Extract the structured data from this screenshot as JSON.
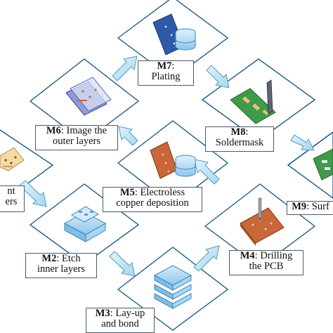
{
  "steps": {
    "m1": {
      "code": "",
      "title": "nt",
      "line2": "ers"
    },
    "m2": {
      "code": "M2",
      "title": ": Etch",
      "line2": "inner layers"
    },
    "m3": {
      "code": "M3",
      "title": ": Lay-up",
      "line2": "and bond"
    },
    "m4": {
      "code": "M4",
      "title": ": Drilling",
      "line2": "the PCB"
    },
    "m5": {
      "code": "M5",
      "title": ": Electroless",
      "line2": "copper deposition"
    },
    "m6": {
      "code": "M6",
      "title": ": Image the",
      "line2": "outer layers"
    },
    "m7": {
      "code": "M7",
      "title": ":",
      "line2": "Plating"
    },
    "m8": {
      "code": "M8",
      "title": ":",
      "line2": "Soldermask"
    },
    "m9": {
      "code": "M9",
      "title": ": Surf",
      "line2": ""
    }
  },
  "colors": {
    "diamond_stroke": "#1f5d86",
    "arrow_fill": "#bfe0f0",
    "arrow_stroke": "#4f9cc4",
    "pcb_green": "#3f9b4a",
    "pcb_copper": "#c9673a",
    "layer_blue": "#9fd0ef"
  }
}
